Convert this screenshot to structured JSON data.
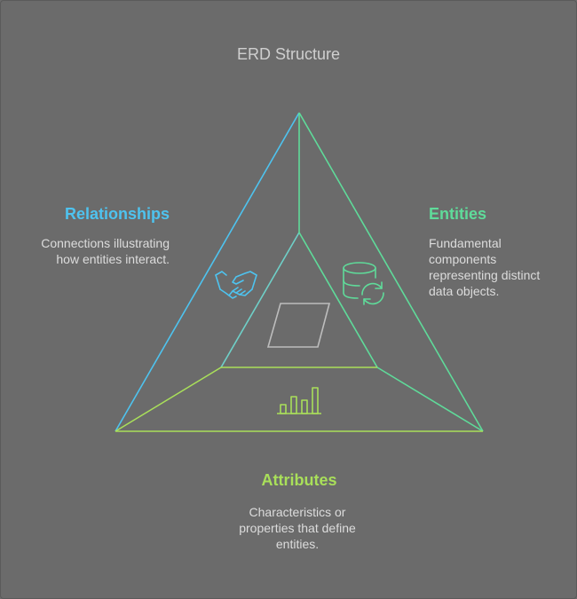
{
  "title": "ERD Structure",
  "sections": {
    "relationships": {
      "heading": "Relationships",
      "description_line1": "Connections illustrating",
      "description_line2": "how entities interact.",
      "color": "#4ec3ef",
      "icon": "handshake-icon"
    },
    "entities": {
      "heading": "Entities",
      "description_line1": "Fundamental",
      "description_line2": "components",
      "description_line3": "representing distinct",
      "description_line4": "data objects.",
      "color": "#5fdb9a",
      "icon": "database-sync-icon"
    },
    "attributes": {
      "heading": "Attributes",
      "description_line1": "Characteristics or",
      "description_line2": "properties that define",
      "description_line3": "entities.",
      "color": "#a9df5a",
      "icon": "bar-chart-icon"
    }
  },
  "center_icon": "parallelogram-icon"
}
